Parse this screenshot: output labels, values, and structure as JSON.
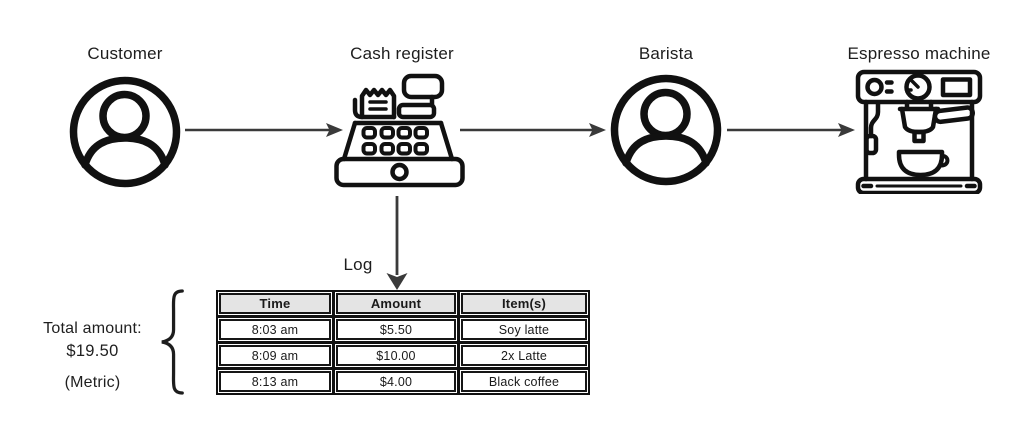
{
  "flow": {
    "nodes": [
      {
        "label": "Customer",
        "icon": "person-icon"
      },
      {
        "label": "Cash register",
        "icon": "cash-register-icon"
      },
      {
        "label": "Barista",
        "icon": "person-icon"
      },
      {
        "label": "Espresso machine",
        "icon": "espresso-machine-icon"
      }
    ],
    "log_label": "Log"
  },
  "log_table": {
    "headers": [
      "Time",
      "Amount",
      "Item(s)"
    ],
    "rows": [
      [
        "8:03 am",
        "$5.50",
        "Soy latte"
      ],
      [
        "8:09 am",
        "$10.00",
        "2x Latte"
      ],
      [
        "8:13 am",
        "$4.00",
        "Black coffee"
      ]
    ]
  },
  "metric_annotation": {
    "title": "Total amount:",
    "value": "$19.50",
    "caption": "(Metric)"
  },
  "colors": {
    "ink": "#111111",
    "arrow": "#3a3a3a",
    "table_frame": "#111111",
    "table_header_bg": "#e4e4e4",
    "background": "#ffffff"
  }
}
